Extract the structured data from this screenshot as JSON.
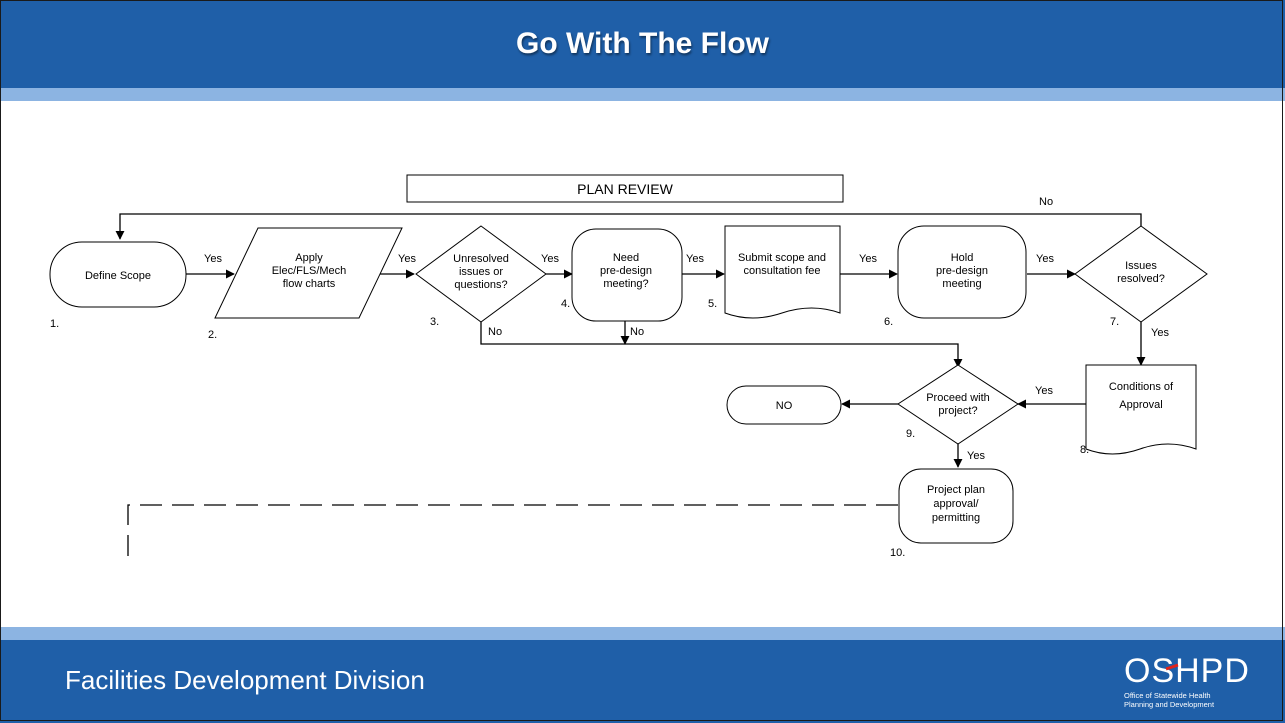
{
  "header": {
    "title": "Go With The Flow"
  },
  "footer": {
    "division": "Facilities Development Division",
    "logo_word": "OSHPD",
    "logo_tagline": [
      "Office of Statewide Health",
      "Planning and Development"
    ]
  },
  "colors": {
    "brand_blue": "#1f5fa8",
    "stripe_light_blue": "#8cb4e2"
  },
  "diagram": {
    "title": "PLAN REVIEW",
    "nodes": {
      "define_scope": {
        "step": "1.",
        "lines": [
          "Define Scope"
        ]
      },
      "apply_flowcharts": {
        "step": "2.",
        "lines": [
          "Apply",
          "Elec/FLS/Mech",
          "flow charts"
        ]
      },
      "unresolved_issues": {
        "step": "3.",
        "lines": [
          "Unresolved",
          "issues or",
          "questions?"
        ]
      },
      "need_meeting": {
        "step": "4.",
        "lines": [
          "Need",
          "pre-design",
          "meeting?"
        ]
      },
      "submit_scope": {
        "step": "5.",
        "lines": [
          "Submit scope and",
          "consultation fee"
        ]
      },
      "hold_meeting": {
        "step": "6.",
        "lines": [
          "Hold",
          "pre-design",
          "meeting"
        ]
      },
      "issues_resolved": {
        "step": "7.",
        "lines": [
          "Issues",
          "resolved?"
        ]
      },
      "conditions_approval": {
        "step": "8.",
        "lines": [
          "Conditions of",
          "Approval"
        ]
      },
      "proceed_project": {
        "step": "9.",
        "lines": [
          "Proceed with",
          "project?"
        ]
      },
      "no_terminal": {
        "lines": [
          "NO"
        ]
      },
      "plan_approval": {
        "step": "10.",
        "lines": [
          "Project plan",
          "approval/",
          "permitting"
        ]
      }
    },
    "edge_labels": {
      "yes": "Yes",
      "no": "No"
    }
  }
}
